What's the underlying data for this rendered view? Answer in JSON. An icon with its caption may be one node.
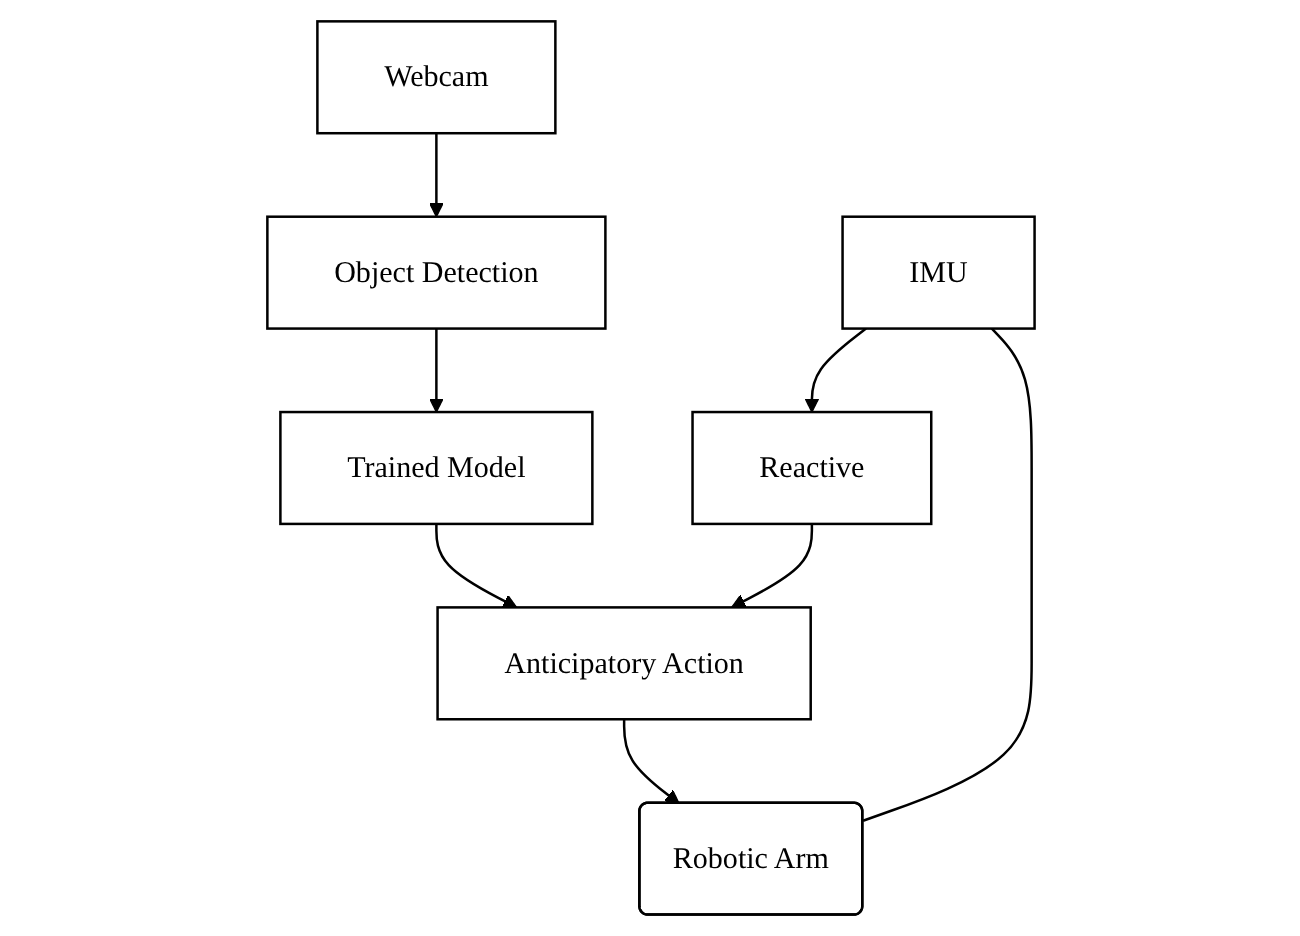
{
  "diagram": {
    "nodes": [
      {
        "text": [
          "Webcam"
        ]
      },
      {
        "text": [
          "Object Detection"
        ]
      },
      {
        "text": [
          "Trained Model"
        ]
      },
      {
        "text": [
          "Robotic Arm"
        ]
      },
      {
        "text": [
          "IMU"
        ]
      },
      {
        "text": [
          "Anticipatory Action"
        ]
      },
      {
        "text": [
          "Reactive"
        ]
      }
    ],
    "edges": [
      {
        "from": 0,
        "to": 1,
        "arrow": "to"
      },
      {
        "from": 1,
        "to": 2,
        "arrow": "to"
      },
      {
        "from": 2,
        "to": 5,
        "arrow": "to"
      },
      {
        "from": 6,
        "to": 5,
        "arrow": "to"
      },
      {
        "from": 5,
        "to": 3,
        "arrow": "to"
      },
      {
        "from": 4,
        "to": 3,
        "arrow": "none"
      },
      {
        "from": 4,
        "to": 6,
        "arrow": "to"
      }
    ]
  }
}
